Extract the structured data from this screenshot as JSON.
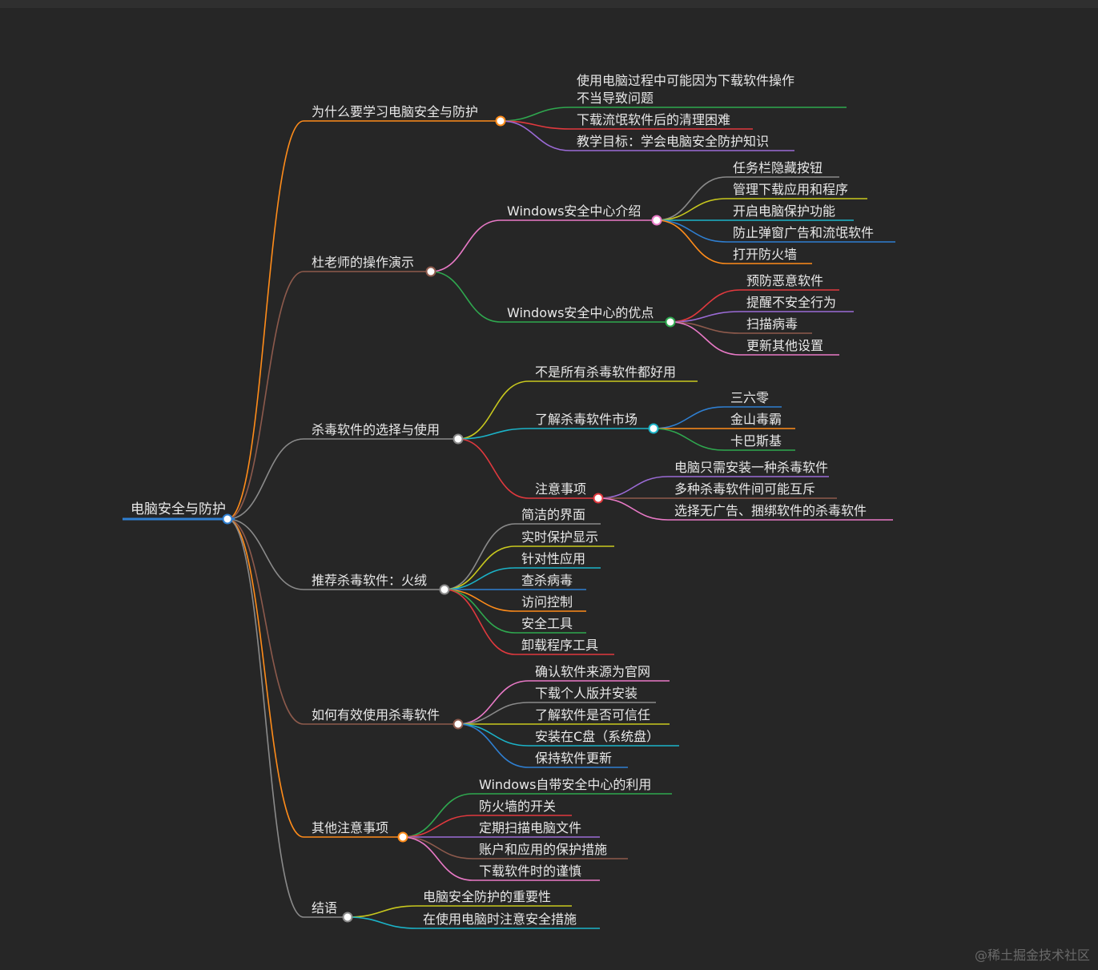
{
  "mindmap": {
    "root": "电脑安全与防护",
    "branches": [
      {
        "label": "为什么要学习电脑安全与防护",
        "color": "#ff8c1a",
        "children": [
          {
            "label": "使用电脑过程中可能因为下载软件操作不当导致问题",
            "color": "#2fa84f"
          },
          {
            "label": "下载流氓软件后的清理困难",
            "color": "#e0393e"
          },
          {
            "label": "教学目标：学会电脑安全防护知识",
            "color": "#9b6bd6"
          }
        ]
      },
      {
        "label": "杜老师的操作演示",
        "color": "#8d5a4c",
        "children": [
          {
            "label": "Windows安全中心介绍",
            "color": "#e879c6",
            "children": [
              {
                "label": "任务栏隐藏按钮",
                "color": "#8a8a8a"
              },
              {
                "label": "管理下载应用和程序",
                "color": "#c8c81e"
              },
              {
                "label": "开启电脑保护功能",
                "color": "#1bb3c8"
              },
              {
                "label": "防止弹窗广告和流氓软件",
                "color": "#2f7fd1"
              },
              {
                "label": "打开防火墙",
                "color": "#ff8c1a"
              }
            ]
          },
          {
            "label": "Windows安全中心的优点",
            "color": "#2fa84f",
            "children": [
              {
                "label": "预防恶意软件",
                "color": "#e0393e"
              },
              {
                "label": "提醒不安全行为",
                "color": "#9b6bd6"
              },
              {
                "label": "扫描病毒",
                "color": "#8d5a4c"
              },
              {
                "label": "更新其他设置",
                "color": "#e879c6"
              }
            ]
          }
        ]
      },
      {
        "label": "杀毒软件的选择与使用",
        "color": "#8a8a8a",
        "children": [
          {
            "label": "不是所有杀毒软件都好用",
            "color": "#c8c81e"
          },
          {
            "label": "了解杀毒软件市场",
            "color": "#1bb3c8",
            "children": [
              {
                "label": "三六零",
                "color": "#2f7fd1"
              },
              {
                "label": "金山毒霸",
                "color": "#ff8c1a"
              },
              {
                "label": "卡巴斯基",
                "color": "#2fa84f"
              }
            ]
          },
          {
            "label": "注意事项",
            "color": "#e0393e",
            "children": [
              {
                "label": "电脑只需安装一种杀毒软件",
                "color": "#9b6bd6"
              },
              {
                "label": "多种杀毒软件间可能互斥",
                "color": "#8d5a4c"
              },
              {
                "label": "选择无广告、捆绑软件的杀毒软件",
                "color": "#e879c6"
              }
            ]
          }
        ]
      },
      {
        "label": "推荐杀毒软件：火绒",
        "color": "#8a8a8a",
        "children": [
          {
            "label": "简洁的界面",
            "color": "#8a8a8a"
          },
          {
            "label": "实时保护显示",
            "color": "#c8c81e"
          },
          {
            "label": "针对性应用",
            "color": "#1bb3c8"
          },
          {
            "label": "查杀病毒",
            "color": "#2f7fd1"
          },
          {
            "label": "访问控制",
            "color": "#ff8c1a"
          },
          {
            "label": "安全工具",
            "color": "#2fa84f"
          },
          {
            "label": "卸载程序工具",
            "color": "#e0393e"
          }
        ]
      },
      {
        "label": "如何有效使用杀毒软件",
        "color": "#8d5a4c",
        "children": [
          {
            "label": "确认软件来源为官网",
            "color": "#e879c6"
          },
          {
            "label": "下载个人版并安装",
            "color": "#8a8a8a"
          },
          {
            "label": "了解软件是否可信任",
            "color": "#c8c81e"
          },
          {
            "label": "安装在C盘（系统盘）",
            "color": "#1bb3c8"
          },
          {
            "label": "保持软件更新",
            "color": "#2f7fd1"
          }
        ]
      },
      {
        "label": "其他注意事项",
        "color": "#ff8c1a",
        "children": [
          {
            "label": "Windows自带安全中心的利用",
            "color": "#2fa84f"
          },
          {
            "label": "防火墙的开关",
            "color": "#e0393e"
          },
          {
            "label": "定期扫描电脑文件",
            "color": "#9b6bd6"
          },
          {
            "label": "账户和应用的保护措施",
            "color": "#8d5a4c"
          },
          {
            "label": "下载软件时的谨慎",
            "color": "#e879c6"
          }
        ]
      },
      {
        "label": "结语",
        "color": "#8a8a8a",
        "children": [
          {
            "label": "电脑安全防护的重要性",
            "color": "#c8c81e"
          },
          {
            "label": "在使用电脑时注意安全措施",
            "color": "#1bb3c8"
          }
        ]
      }
    ]
  },
  "colors": {
    "background": "#262626",
    "text": "#e8e8e8",
    "root_underline": "#2f7fd1",
    "node_fill": "#ffffff"
  },
  "watermark": "@稀土掘金技术社区"
}
